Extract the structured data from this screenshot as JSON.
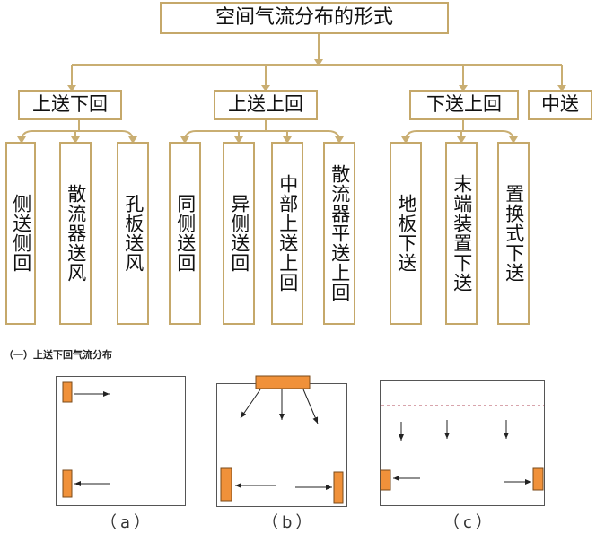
{
  "tree": {
    "root": "空间气流分布的形式",
    "groups": [
      {
        "label": "上送下回",
        "children": [
          "侧送侧回",
          "散流器送风",
          "孔板送风"
        ]
      },
      {
        "label": "上送上回",
        "children": [
          "同侧送回",
          "异侧送回",
          "中部上送上回",
          "散流器平送上回"
        ]
      },
      {
        "label": "下送上回",
        "children": [
          "地板下送",
          "末端装置下送",
          "置换式下送"
        ]
      },
      {
        "label": "中送",
        "children": []
      }
    ]
  },
  "caption": "（一）上送下回气流分布",
  "panels": [
    {
      "label": "（a）"
    },
    {
      "label": "（b）"
    },
    {
      "label": "（c）"
    }
  ],
  "colors": {
    "border": "#c5a86a",
    "connector": "#c9ae72",
    "diffuser": "#f0913a",
    "diffuser_stroke": "#7a4a1a"
  }
}
